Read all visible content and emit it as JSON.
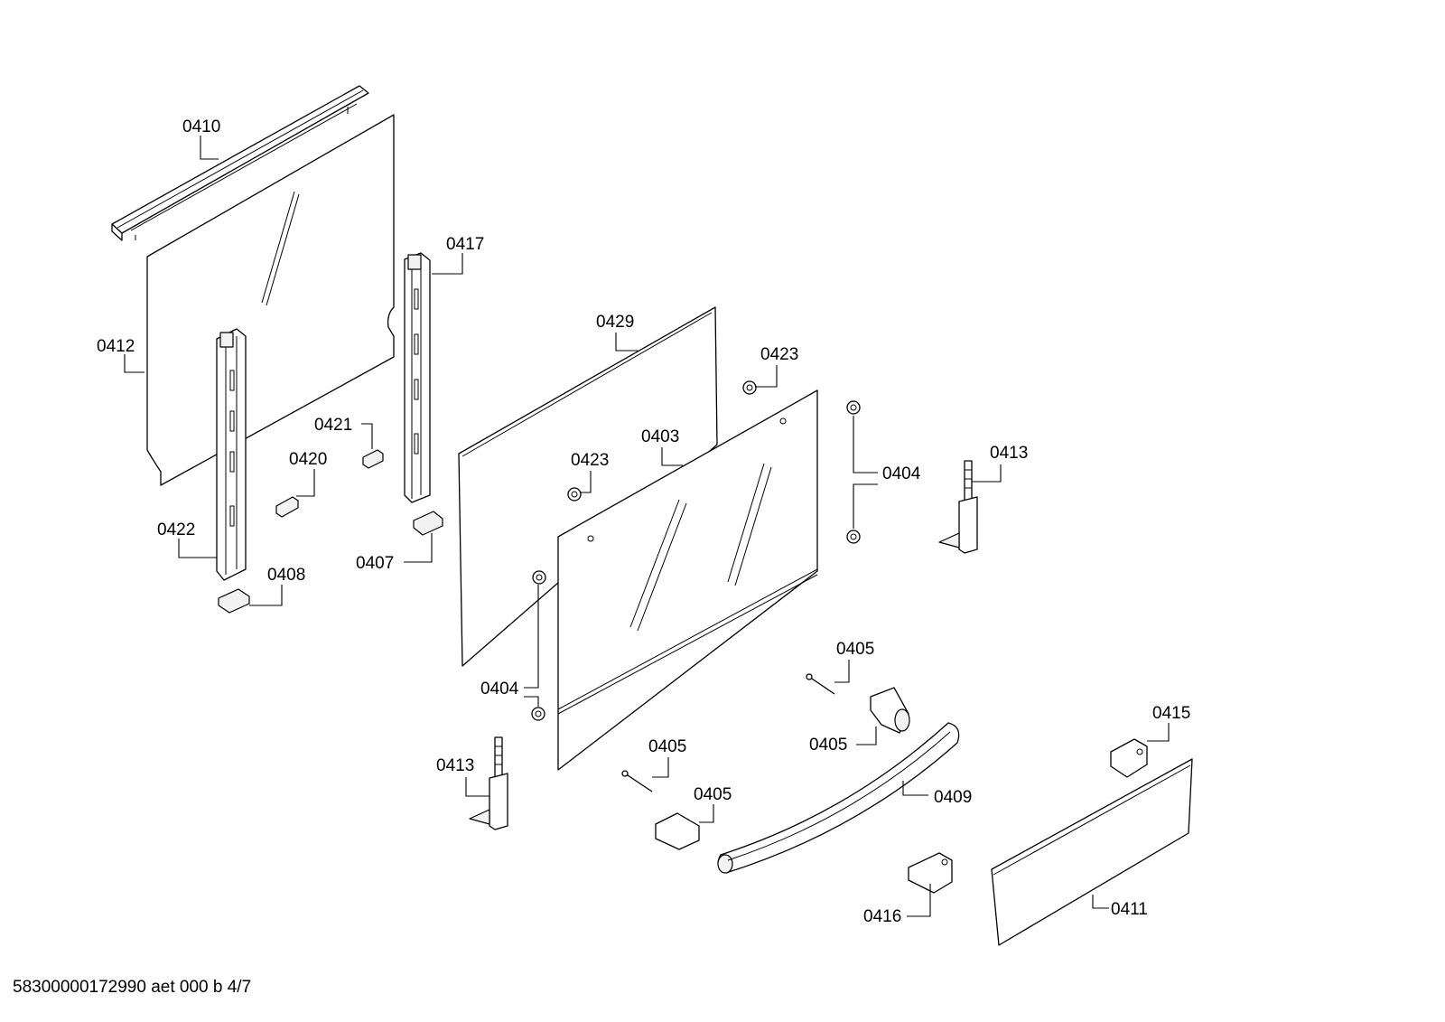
{
  "drawing": {
    "footer_text": "58300000172990 aet 000 b 4/7"
  },
  "callouts": {
    "c0410": "0410",
    "c0412": "0412",
    "c0417": "0417",
    "c0421": "0421",
    "c0420": "0420",
    "c0422": "0422",
    "c0408": "0408",
    "c0407": "0407",
    "c0429": "0429",
    "c0423a": "0423",
    "c0423b": "0423",
    "c0403": "0403",
    "c0404a": "0404",
    "c0404b": "0404",
    "c0413a": "0413",
    "c0413b": "0413",
    "c0405a": "0405",
    "c0405b": "0405",
    "c0405c": "0405",
    "c0405d": "0405",
    "c0409": "0409",
    "c0415": "0415",
    "c0416": "0416",
    "c0411": "0411"
  }
}
